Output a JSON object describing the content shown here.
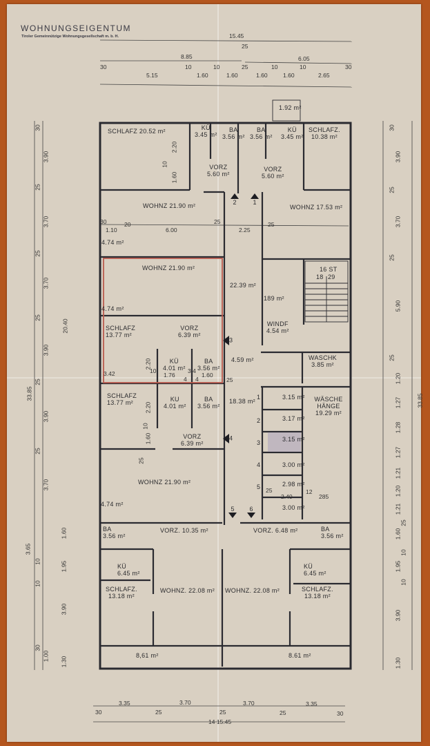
{
  "header": {
    "title": "WOHNUNGSEIGENTUM",
    "subtitle": "Tiroler Gemeinnützige Wohnungsgesellschaft m. b. H."
  },
  "dims_top": [
    "15.45",
    "8.85",
    "25",
    "6.05",
    "30",
    "5.15",
    "10",
    "1.60",
    "10",
    "1.60",
    "25",
    "1.60",
    "10",
    "1.60",
    "10",
    "2.65",
    "30"
  ],
  "dims_left": [
    "30",
    "3.90",
    "25",
    "3.70",
    "25",
    "3.70",
    "25",
    "3.90",
    "25",
    "3.90",
    "25",
    "3.70",
    "1.60",
    "10",
    "1.95",
    "10",
    "3.90",
    "30",
    "1.00",
    "1.30",
    "20.40",
    "33.85",
    "3.65"
  ],
  "dims_right": [
    "30",
    "3.90",
    "25",
    "3.70",
    "25",
    "5.90",
    "25",
    "1.20",
    "1.27",
    "1.28",
    "1.27",
    "1.21",
    "1.20",
    "1.21",
    "25",
    "1.60",
    "10",
    "1.95",
    "10",
    "3.90",
    "1.30",
    "33.85"
  ],
  "dims_bottom": [
    "3.35",
    "3.70",
    "3.70",
    "3.35",
    "30",
    "25",
    "25",
    "25",
    "30",
    "14 15.45"
  ],
  "dims_interior": [
    "30",
    "1.10",
    "20",
    "6.00",
    "25",
    "2.25",
    "25",
    "2.20",
    "10",
    "1.60",
    "3.42",
    "10",
    "2.20",
    "1.76",
    "3.4",
    "4",
    "4",
    "1.60",
    "25",
    "2.20",
    "10",
    "1.60",
    "25",
    "25",
    "2.40",
    "12",
    "285"
  ],
  "rooms": [
    {
      "name": "SCHLAFZ",
      "area": "20.52 m²"
    },
    {
      "name": "KÜ",
      "area": "3.45 m²"
    },
    {
      "name": "BA",
      "area": "3.56 m²"
    },
    {
      "name": "BA",
      "area": "3.56 m²"
    },
    {
      "name": "KÜ",
      "area": "3.45 m²"
    },
    {
      "name": "SCHLAFZ.",
      "area": "10.38 m²"
    },
    {
      "name": "VORZ",
      "area": "5.60 m²"
    },
    {
      "name": "VORZ",
      "area": "5.60 m²"
    },
    {
      "name": "WOHNZ",
      "area": "21.90 m²"
    },
    {
      "name": "WOHNZ",
      "area": "17.53 m²"
    },
    {
      "name": "",
      "area": "4.74 m²"
    },
    {
      "name": "WOHNZ",
      "area": "21.90 m²"
    },
    {
      "name": "",
      "area": "22.39 m²"
    },
    {
      "name": "",
      "area": "4.74 m²"
    },
    {
      "name": "",
      "area": "1.92 m²"
    },
    {
      "name": "",
      "area": "189 m²"
    },
    {
      "name": "SCHLAFZ",
      "area": "13.77 m²"
    },
    {
      "name": "VORZ",
      "area": "6.39 m²"
    },
    {
      "name": "WINDF",
      "area": "4.54 m²"
    },
    {
      "name": "KÜ",
      "area": "4.01 m²"
    },
    {
      "name": "BA",
      "area": "3.56 m²"
    },
    {
      "name": "",
      "area": "4.59 m²"
    },
    {
      "name": "WASCHK",
      "area": "3.85 m²"
    },
    {
      "name": "SCHLAFZ",
      "area": "13.77 m²"
    },
    {
      "name": "KU",
      "area": "4.01 m²"
    },
    {
      "name": "BA",
      "area": "3.56 m²"
    },
    {
      "name": "",
      "area": "18.38 m²"
    },
    {
      "name": "WÄSCHE HÄNGE",
      "area": "19.29 m²"
    },
    {
      "name": "VORZ",
      "area": "6.39 m²"
    },
    {
      "name": "WOHNZ",
      "area": "21.90 m²"
    },
    {
      "name": "",
      "area": "4.74 m²"
    },
    {
      "name": "",
      "area": "3.15 m²"
    },
    {
      "name": "",
      "area": "3.17 m²"
    },
    {
      "name": "",
      "area": "3.15 m²"
    },
    {
      "name": "",
      "area": "3.00 m²"
    },
    {
      "name": "",
      "area": "2.98 m²"
    },
    {
      "name": "",
      "area": "3.00 m²"
    },
    {
      "name": "BA",
      "area": "3.56 m²"
    },
    {
      "name": "VORZ.",
      "area": "10.35 m²"
    },
    {
      "name": "VORZ.",
      "area": "6.48 m²"
    },
    {
      "name": "BA",
      "area": "3.56 m²"
    },
    {
      "name": "KÜ",
      "area": "6.45 m²"
    },
    {
      "name": "KÜ",
      "area": "6.45 m²"
    },
    {
      "name": "SCHLAFZ.",
      "area": "13.18 m²"
    },
    {
      "name": "WOHNZ.",
      "area": "22.08 m²"
    },
    {
      "name": "WOHNZ.",
      "area": "22.08 m²"
    },
    {
      "name": "SCHLAFZ.",
      "area": "13.18 m²"
    },
    {
      "name": "",
      "area": "8,61 m²"
    },
    {
      "name": "",
      "area": "8.61 m²"
    }
  ],
  "stair": {
    "label": "16 ST",
    "risers": "18",
    "treads": "29"
  },
  "entrances": [
    "1",
    "2",
    "3",
    "4",
    "5",
    "6"
  ],
  "storage_numbers": [
    "1",
    "2",
    "3",
    "4",
    "5"
  ],
  "colors": {
    "background": "#b4561e",
    "paper": "#d9d0c2",
    "ink": "#2b2b2e",
    "highlight": "#b85a4e"
  }
}
